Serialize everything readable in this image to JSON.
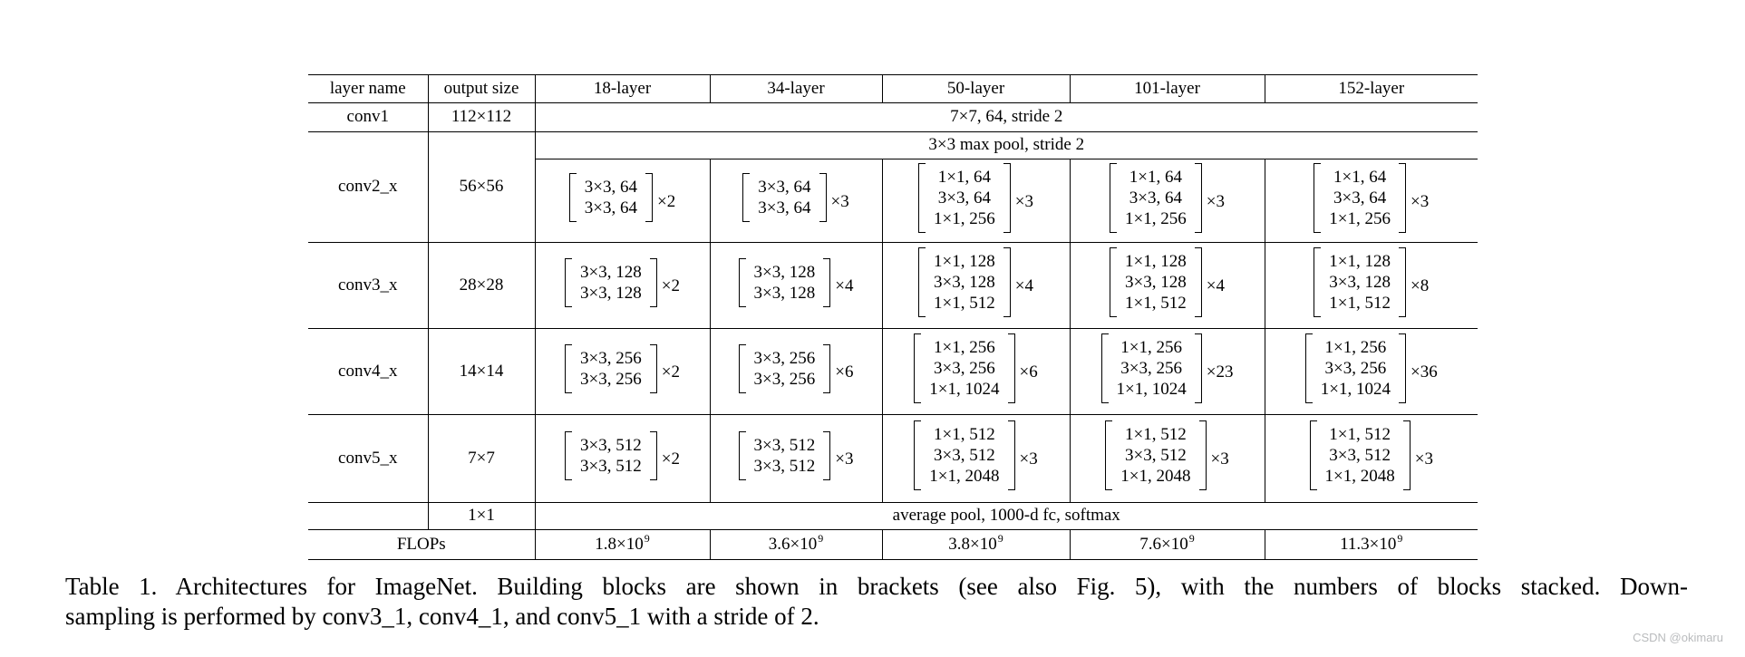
{
  "table": {
    "columns": [
      "layer name",
      "output size",
      "18-layer",
      "34-layer",
      "50-layer",
      "101-layer",
      "152-layer"
    ],
    "conv1": {
      "name": "conv1",
      "output": "112×112",
      "merged": "7×7, 64, stride 2"
    },
    "maxpool": "3×3 max pool, stride 2",
    "stages": [
      {
        "name": "conv2_x",
        "output": "56×56",
        "blocks": [
          {
            "lines": [
              "3×3, 64",
              "3×3, 64"
            ],
            "mult": "×2"
          },
          {
            "lines": [
              "3×3, 64",
              "3×3, 64"
            ],
            "mult": "×3"
          },
          {
            "lines": [
              "1×1, 64",
              "3×3, 64",
              "1×1, 256"
            ],
            "mult": "×3"
          },
          {
            "lines": [
              "1×1, 64",
              "3×3, 64",
              "1×1, 256"
            ],
            "mult": "×3"
          },
          {
            "lines": [
              "1×1, 64",
              "3×3, 64",
              "1×1, 256"
            ],
            "mult": "×3"
          }
        ]
      },
      {
        "name": "conv3_x",
        "output": "28×28",
        "blocks": [
          {
            "lines": [
              "3×3, 128",
              "3×3, 128"
            ],
            "mult": "×2"
          },
          {
            "lines": [
              "3×3, 128",
              "3×3, 128"
            ],
            "mult": "×4"
          },
          {
            "lines": [
              "1×1, 128",
              "3×3, 128",
              "1×1, 512"
            ],
            "mult": "×4"
          },
          {
            "lines": [
              "1×1, 128",
              "3×3, 128",
              "1×1, 512"
            ],
            "mult": "×4"
          },
          {
            "lines": [
              "1×1, 128",
              "3×3, 128",
              "1×1, 512"
            ],
            "mult": "×8"
          }
        ]
      },
      {
        "name": "conv4_x",
        "output": "14×14",
        "blocks": [
          {
            "lines": [
              "3×3, 256",
              "3×3, 256"
            ],
            "mult": "×2"
          },
          {
            "lines": [
              "3×3, 256",
              "3×3, 256"
            ],
            "mult": "×6"
          },
          {
            "lines": [
              "1×1, 256",
              "3×3, 256",
              "1×1, 1024"
            ],
            "mult": "×6"
          },
          {
            "lines": [
              "1×1, 256",
              "3×3, 256",
              "1×1, 1024"
            ],
            "mult": "×23"
          },
          {
            "lines": [
              "1×1, 256",
              "3×3, 256",
              "1×1, 1024"
            ],
            "mult": "×36"
          }
        ]
      },
      {
        "name": "conv5_x",
        "output": "7×7",
        "blocks": [
          {
            "lines": [
              "3×3, 512",
              "3×3, 512"
            ],
            "mult": "×2"
          },
          {
            "lines": [
              "3×3, 512",
              "3×3, 512"
            ],
            "mult": "×3"
          },
          {
            "lines": [
              "1×1, 512",
              "3×3, 512",
              "1×1, 2048"
            ],
            "mult": "×3"
          },
          {
            "lines": [
              "1×1, 512",
              "3×3, 512",
              "1×1, 2048"
            ],
            "mult": "×3"
          },
          {
            "lines": [
              "1×1, 512",
              "3×3, 512",
              "1×1, 2048"
            ],
            "mult": "×3"
          }
        ]
      }
    ],
    "avgpool": {
      "output": "1×1",
      "merged": "average pool, 1000-d fc, softmax"
    },
    "flops": {
      "label": "FLOPs",
      "values": [
        {
          "base": "1.8×10",
          "exp": "9"
        },
        {
          "base": "3.6×10",
          "exp": "9"
        },
        {
          "base": "3.8×10",
          "exp": "9"
        },
        {
          "base": "7.6×10",
          "exp": "9"
        },
        {
          "base": "11.3×10",
          "exp": "9"
        }
      ]
    }
  },
  "caption": {
    "line1": "Table 1. Architectures for ImageNet. Building blocks are shown in brackets (see also Fig. 5), with the numbers of blocks stacked. Down-",
    "line2": "sampling is performed by conv3_1, conv4_1, and conv5_1 with a stride of 2."
  },
  "watermark": "CSDN @okimaru"
}
